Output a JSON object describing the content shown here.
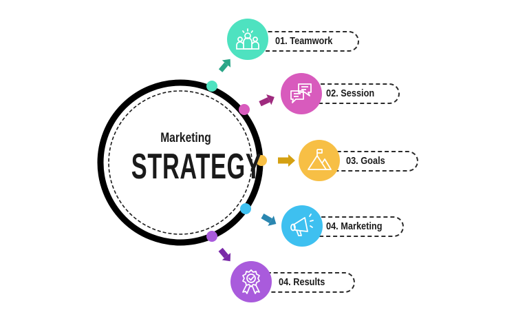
{
  "center": {
    "line1": "Marketing",
    "line2": "STRATEGY"
  },
  "steps": [
    {
      "label": "01. Teamwork",
      "icon": "teamwork-icon",
      "color": "#4ee2c0",
      "arrow_color": "#2aa688"
    },
    {
      "label": "02. Session",
      "icon": "chat-bubbles-icon",
      "color": "#d85bbd",
      "arrow_color": "#9e2a7e"
    },
    {
      "label": "03. Goals",
      "icon": "mountain-flag-icon",
      "color": "#f7bf45",
      "arrow_color": "#d4a012"
    },
    {
      "label": "04. Marketing",
      "icon": "megaphone-icon",
      "color": "#3ec0f0",
      "arrow_color": "#2a86b0"
    },
    {
      "label": "04. Results",
      "icon": "award-badge-icon",
      "color": "#a95bdc",
      "arrow_color": "#7a2aa8"
    }
  ],
  "colors": {
    "ring": "#000000",
    "text": "#1a1a1a"
  }
}
